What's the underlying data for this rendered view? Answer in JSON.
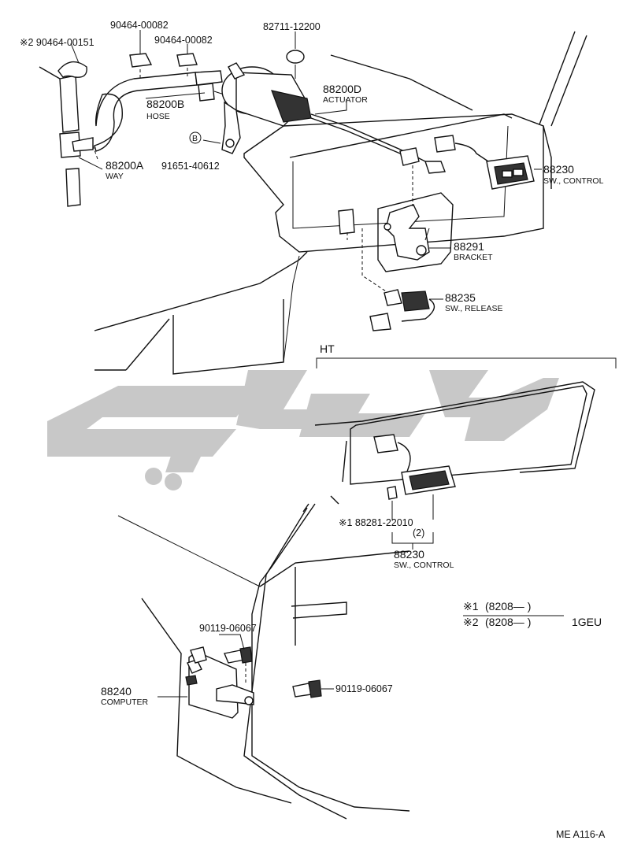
{
  "parts": {
    "clip_90464_00151": "※2 90464-00151",
    "clip_90464_00082_a": "90464-00082",
    "clip_90464_00082_b": "90464-00082",
    "clamp_82711_12200": "82711-12200",
    "hose_num": "88200B",
    "hose_name": "HOSE",
    "way_num": "88200A",
    "way_name": "WAY",
    "grommet_91651_40612": "91651-40612",
    "grommet_tag": "B",
    "actuator_num": "88200D",
    "actuator_name": "ACTUATOR",
    "control_sw_num": "88230",
    "control_sw_name": "SW., CONTROL",
    "bracket_num": "88291",
    "bracket_name": "BRACKET",
    "release_sw_num": "88235",
    "release_sw_name": "SW., RELEASE",
    "ht_label": "HT",
    "ht_part_88281": "※1 88281-22010",
    "ht_qty": "(2)",
    "ht_control_sw_num": "88230",
    "ht_control_sw_name": "SW., CONTROL",
    "bolt_upper": "90119-06067",
    "bolt_right": "90119-06067",
    "computer_num": "88240",
    "computer_name": "COMPUTER"
  },
  "notes": {
    "note1_mark": "※1",
    "note1_text": "(8208—        )",
    "note2_mark": "※2",
    "note2_text": "(8208—        )",
    "note2_model": "1GEU"
  },
  "footer": {
    "ref": "ME  A116-A"
  }
}
